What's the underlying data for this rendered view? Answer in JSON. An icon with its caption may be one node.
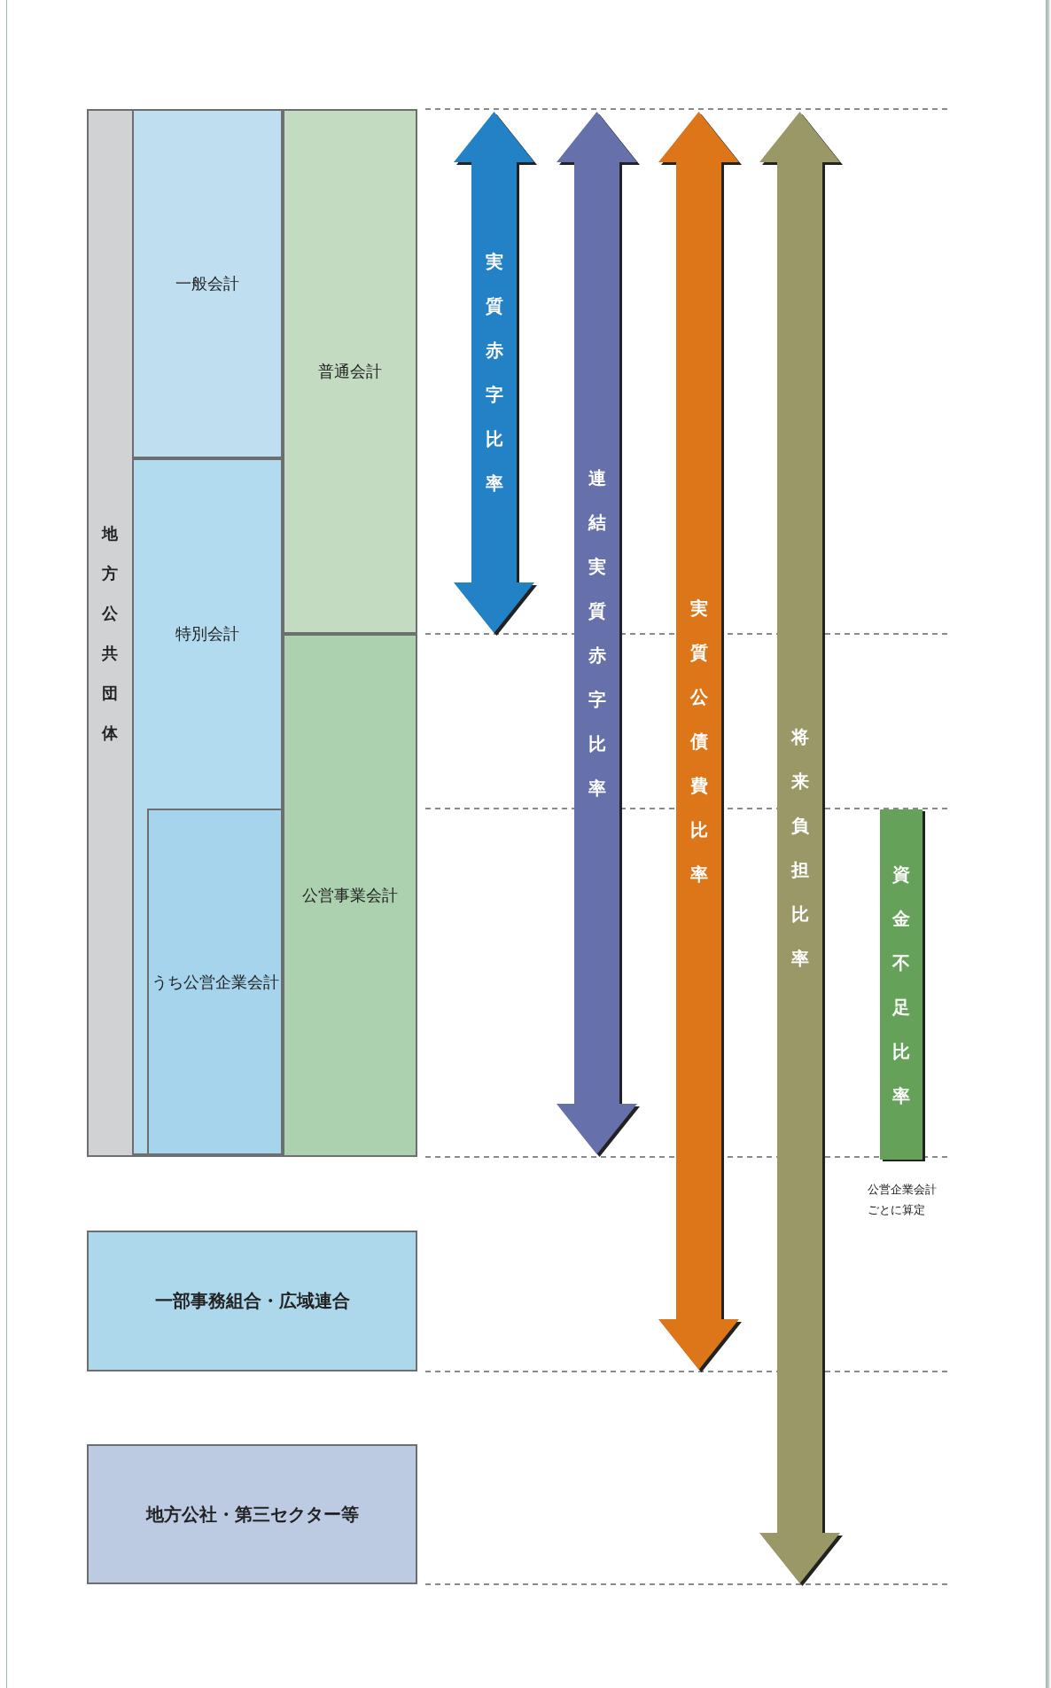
{
  "diagram": {
    "nodes": [
      {
        "text": [
          "地方公共団体"
        ]
      },
      {
        "text": [
          "一般会計"
        ],
        "in": 0
      },
      {
        "text": [
          "特別会計"
        ],
        "in": 0
      },
      {
        "text": [
          "うち公営企業会計"
        ],
        "in": 2
      },
      {
        "text": [
          "普通会計"
        ],
        "in": 0
      },
      {
        "text": [
          "公営事業会計"
        ],
        "in": 0
      },
      {
        "text": [
          "実質赤字比率"
        ]
      },
      {
        "text": [
          "連結実質赤字比率"
        ]
      },
      {
        "text": [
          "実質公債費比率"
        ]
      },
      {
        "text": [
          "将来負担比率"
        ]
      },
      {
        "text": [
          "資金不足比率"
        ],
        "beside": [
          "公営企業会計ごとに算定"
        ]
      },
      {
        "text": [
          "一部事務組合・広域連合"
        ]
      },
      {
        "text": [
          "地方公社・第三セクター等"
        ]
      }
    ]
  }
}
